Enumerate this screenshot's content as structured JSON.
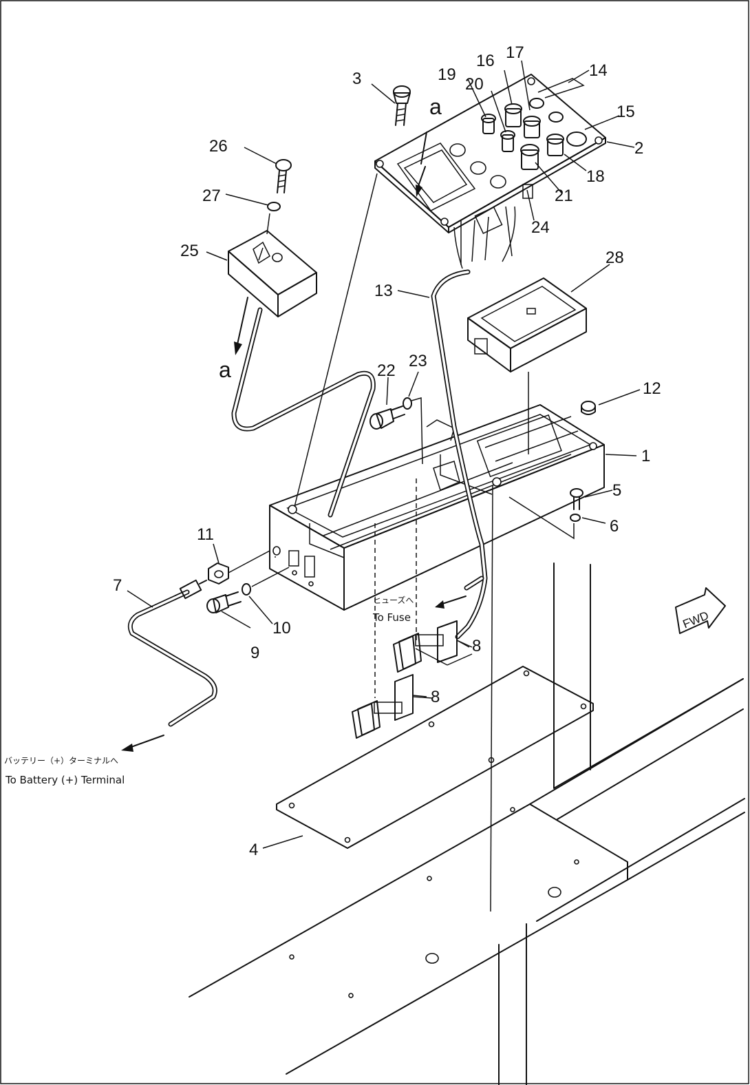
{
  "part_numbers": [
    "1",
    "2",
    "3",
    "4",
    "5",
    "6",
    "7",
    "8",
    "8",
    "9",
    "10",
    "11",
    "12",
    "13",
    "14",
    "15",
    "16",
    "17",
    "18",
    "19",
    "20",
    "21",
    "22",
    "23",
    "24",
    "25",
    "26",
    "27",
    "28"
  ],
  "section_ref": "a",
  "fuse_note": {
    "jp": "ヒューズへ",
    "en": "To Fuse"
  },
  "battery_note": {
    "jp": "バッテリー（+）ターミナルへ",
    "en": "To Battery (+) Terminal"
  },
  "direction_marker": "FWD"
}
